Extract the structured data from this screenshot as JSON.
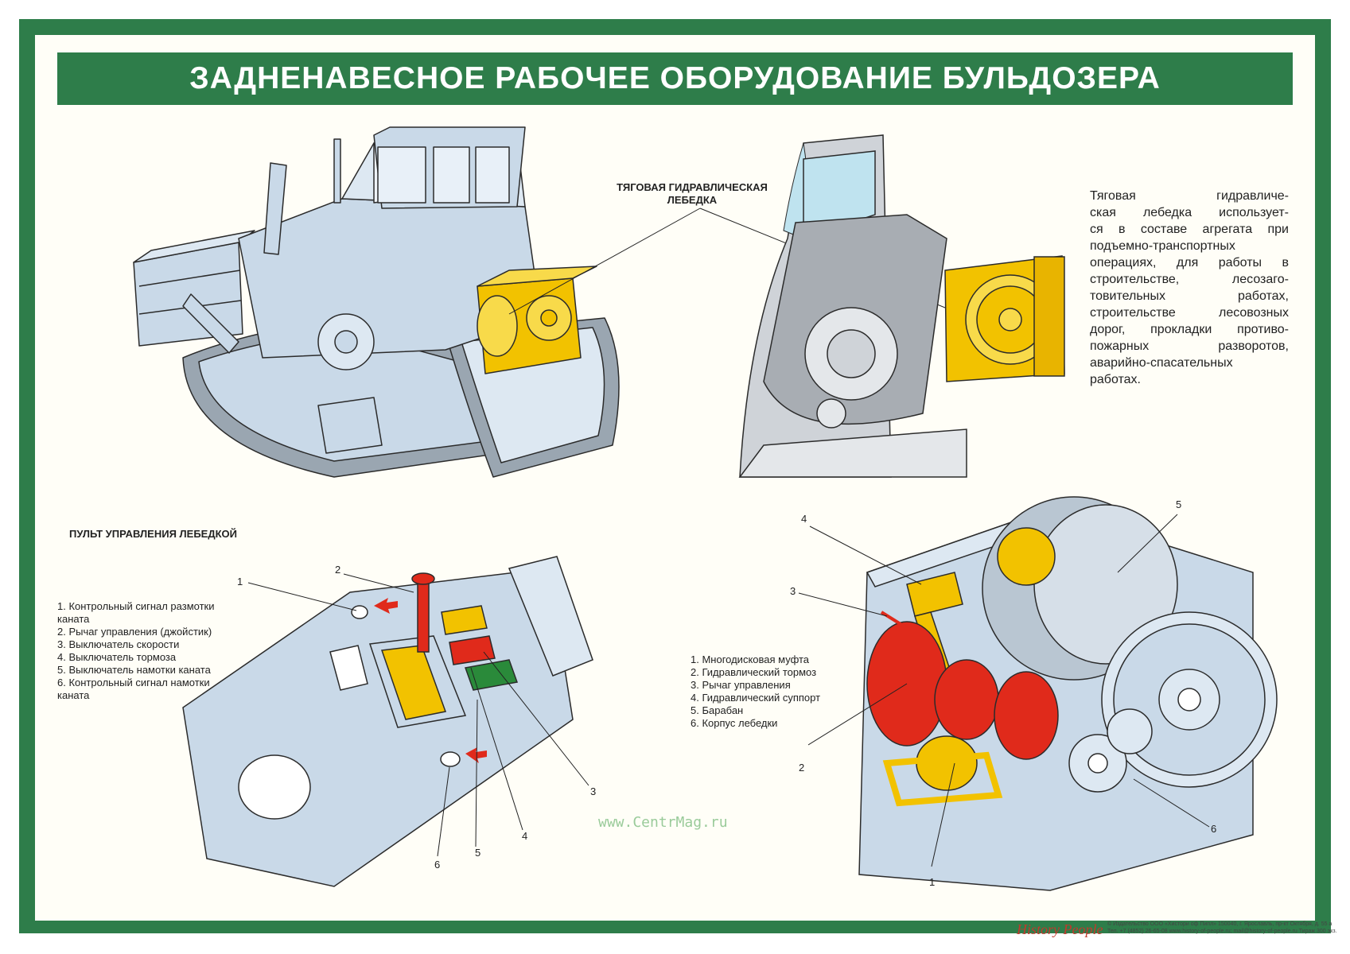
{
  "title": "ЗАДНЕНАВЕСНОЕ РАБОЧЕЕ ОБОРУДОВАНИЕ БУЛЬДОЗЕРА",
  "winch_caption": [
    "ТЯГОВАЯ ГИДРАВЛИЧЕСКАЯ",
    "ЛЕБЕДКА"
  ],
  "description": [
    "Тяговая гидравличе-",
    "ская лебедка использует-",
    "ся в составе агрегата при",
    "подъемно-транспортных",
    "операциях, для работы в",
    "строительстве, лесозаго-",
    "товительных работах,",
    "строительстве лесовозных",
    "дорог, прокладки противо-",
    "пожарных разворотов,",
    "аварийно-спасательных",
    "работах."
  ],
  "control_panel": {
    "heading": "ПУЛЬТ УПРАВЛЕНИЯ ЛЕБЕДКОЙ",
    "items": [
      "1. Контрольный сигнал размотки",
      "каната",
      "2. Рычаг управления (джойстик)",
      "3. Выключатель скорости",
      "4. Выключатель тормоза",
      "5. Выключатель намотки каната",
      "6. Контрольный сигнал намотки",
      "каната"
    ],
    "callouts": [
      "1",
      "2",
      "3",
      "4",
      "5",
      "6"
    ]
  },
  "winch_parts": {
    "items": [
      "1. Многодисковая муфта",
      "2. Гидравлический тормоз",
      "3. Рычаг управления",
      "4. Гидравлический суппорт",
      "5. Барабан",
      "6. Корпус лебедки"
    ],
    "callouts": [
      "1",
      "2",
      "3",
      "4",
      "5",
      "6"
    ]
  },
  "watermark": "www.CentrMag.ru",
  "footer": {
    "logo": "History People",
    "publisher": "© Издательство ООО «Хистори оф Пипл» 150040, г. Ярославль, пр-кт Октября, д. 55 а",
    "contacts": "Тел. +7 (4852) 26-65-08 www.history-of-people.ru; mail@history-of-people.ru Тираж 300 экз."
  },
  "colors": {
    "frame": "#2e7d4a",
    "machine": "#c9d9e8",
    "winch": "#f2c200",
    "red": "#e02a1b",
    "green": "#2a8a3a"
  }
}
